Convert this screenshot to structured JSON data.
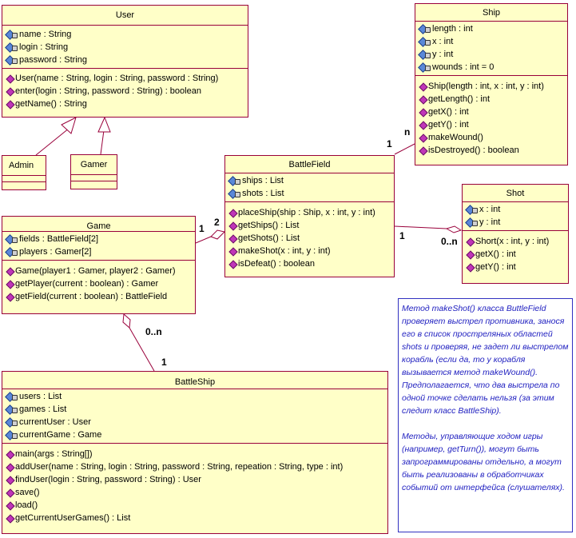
{
  "classes": {
    "user": {
      "name": "User",
      "attributes": [
        "name : String",
        "login : String",
        "password : String"
      ],
      "operations": [
        "User(name : String, login : String, password : String)",
        "enter(login : String, password : String) : boolean",
        "getName() : String"
      ]
    },
    "admin": {
      "name": "Admin"
    },
    "gamer": {
      "name": "Gamer"
    },
    "ship": {
      "name": "Ship",
      "attributes": [
        "length : int",
        "x : int",
        "y : int",
        "wounds : int = 0"
      ],
      "operations": [
        "Ship(length : int, x : int, y : int)",
        "getLength() : int",
        "getX() : int",
        "getY() : int",
        "makeWound()",
        "isDestroyed() : boolean"
      ]
    },
    "battlefield": {
      "name": "BattleField",
      "attributes": [
        "ships : List",
        "shots : List"
      ],
      "operations": [
        "placeShip(ship : Ship, x : int, y : int)",
        "getShips() : List",
        "getShots() : List",
        "makeShot(x : int, y : int)",
        "isDefeat() : boolean"
      ]
    },
    "shot": {
      "name": "Shot",
      "attributes": [
        "x : int",
        "y : int"
      ],
      "operations": [
        "Short(x : int, y : int)",
        "getX() : int",
        "getY() : int"
      ]
    },
    "game": {
      "name": "Game",
      "attributes": [
        "fields : BattleField[2]",
        "players : Gamer[2]"
      ],
      "operations": [
        "Game(player1 : Gamer, player2 : Gamer)",
        "getPlayer(current : boolean) : Gamer",
        "getField(current : boolean) : BattleField"
      ]
    },
    "battleship": {
      "name": "BattleShip",
      "attributes": [
        "users : List",
        "games : List",
        "currentUser : User",
        "currentGame : Game"
      ],
      "operations": [
        "main(args : String[])",
        "addUser(name : String, login : String, password : String, repeation : String, type : int)",
        "findUser(login : String, password : String) : User",
        "save()",
        "load()",
        "getCurrentUserGames() : List"
      ]
    }
  },
  "multiplicities": {
    "ship_n": "n",
    "battlefield_ship_1": "1",
    "game_1": "1",
    "battlefield_2": "2",
    "battlefield_shot_1": "1",
    "shot_0n": "0..n",
    "game_0n": "0..n",
    "battleship_1": "1"
  },
  "note": {
    "paragraph1": "Метод makeShot() класса ButtleField проверяет выстрел противника, занося его в список простреляных областей shots и проверяя, не задет ли выстрелом корабль (если да, то у корабля вызывается метод makeWound(). Предполагается, что два выстрела по одной точке сделать нельзя (за этим следит класс BattleShip).",
    "paragraph2": "Методы, управляющие ходом игры (например, getTurn()), могут быть запрограммированы отдельно, а могут быть реализованы в обработчиках событий от интерфейса (слушателях)."
  },
  "colors": {
    "class_fill": "#ffffc8",
    "class_border": "#99003a",
    "note_text": "#2020c0"
  }
}
